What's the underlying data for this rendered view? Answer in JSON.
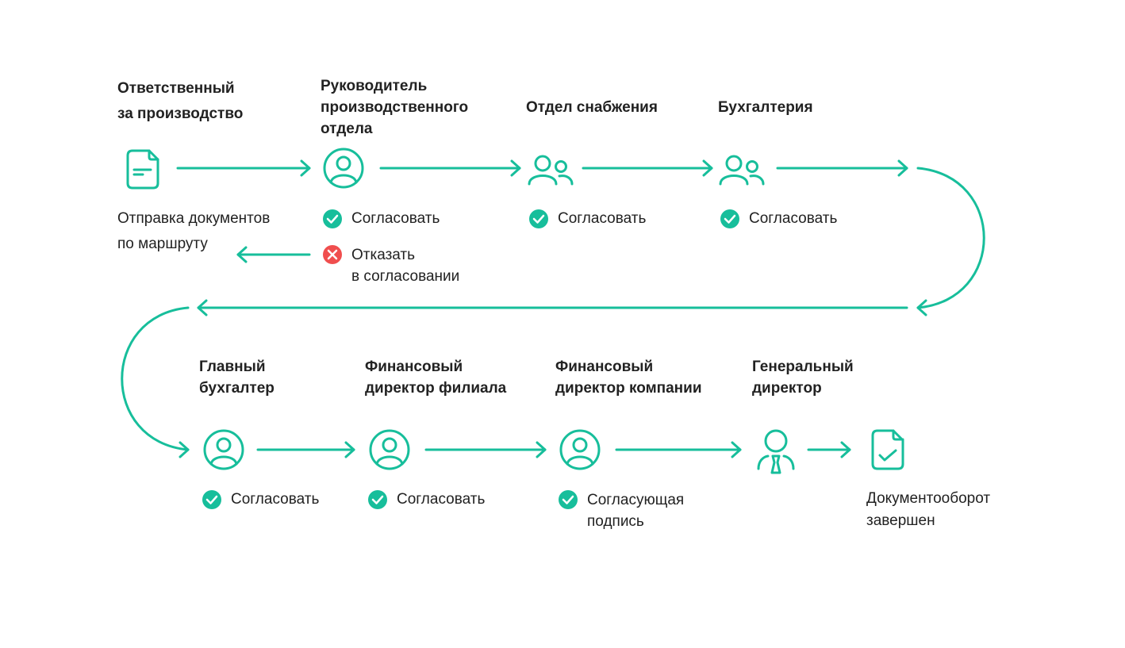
{
  "colors": {
    "accent": "#17BE9B",
    "reject": "#F04E4E",
    "text": "#222222"
  },
  "row1": {
    "steps": [
      {
        "title": [
          "Ответственный",
          "за производство"
        ],
        "icon": "document-icon",
        "note": [
          "Отправка документов",
          "по маршруту"
        ]
      },
      {
        "title": [
          "Руководитель",
          "производственного",
          "отдела"
        ],
        "icon": "user-circle-icon",
        "approve": "Согласовать",
        "reject": [
          "Отказать",
          "в согласовании"
        ]
      },
      {
        "title": [
          "Отдел снабжения"
        ],
        "icon": "users-group-icon",
        "approve": "Согласовать"
      },
      {
        "title": [
          "Бухгалтерия"
        ],
        "icon": "users-group-icon",
        "approve": "Согласовать"
      }
    ]
  },
  "row2": {
    "steps": [
      {
        "title": [
          "Главный",
          "бухгалтер"
        ],
        "icon": "user-circle-icon",
        "approve": "Согласовать"
      },
      {
        "title": [
          "Финансовый",
          "директор филиала"
        ],
        "icon": "user-circle-icon",
        "approve": "Согласовать"
      },
      {
        "title": [
          "Финансовый",
          "директор компании"
        ],
        "icon": "user-circle-icon",
        "approve": [
          "Согласующая",
          "подпись"
        ]
      },
      {
        "title": [
          "Генеральный",
          "директор"
        ],
        "icon": "director-icon"
      },
      {
        "final": [
          "Документооборот",
          "завершен"
        ],
        "icon": "document-check-icon"
      }
    ]
  }
}
